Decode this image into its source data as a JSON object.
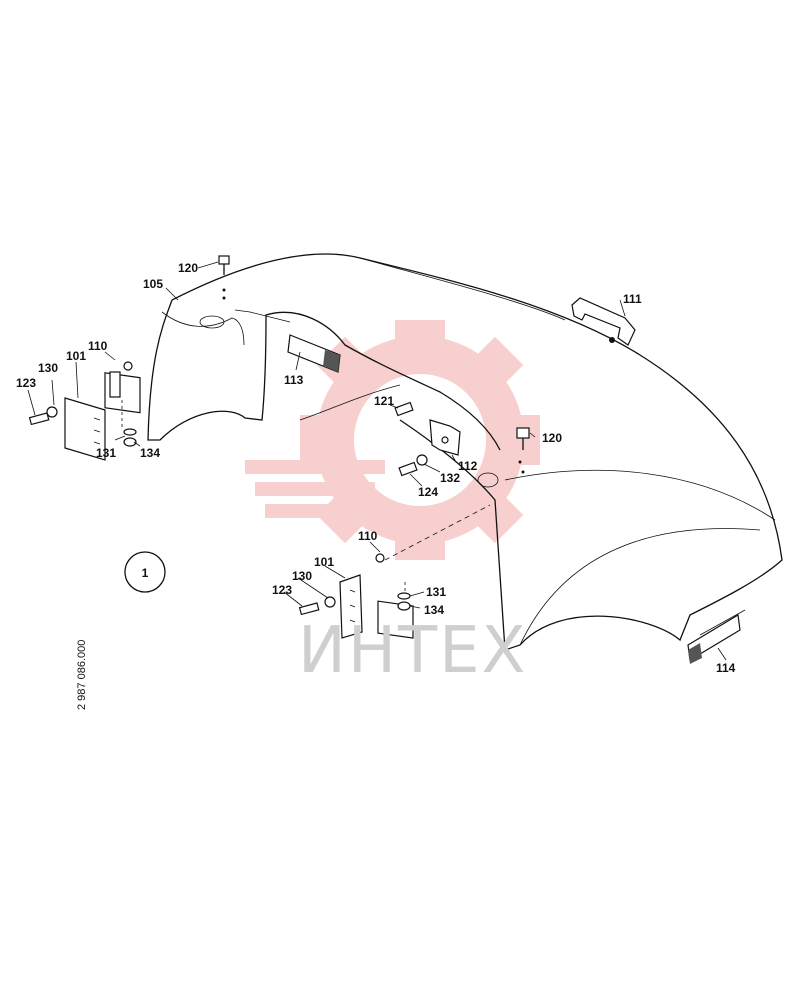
{
  "diagram": {
    "drawing_number": "2 987 086.000",
    "view_marker": "1",
    "watermark_text": "ИНТЕХ",
    "watermark_color": "#f3b7b7",
    "callouts": {
      "c120a": "120",
      "c105": "105",
      "c111": "111",
      "c110a": "110",
      "c101a": "101",
      "c130a": "130",
      "c123a": "123",
      "c113": "113",
      "c131a": "131",
      "c134a": "134",
      "c121": "121",
      "c120b": "120",
      "c112": "112",
      "c132": "132",
      "c124": "124",
      "c110b": "110",
      "c101b": "101",
      "c130b": "130",
      "c123b": "123",
      "c131b": "131",
      "c134b": "134",
      "c114": "114"
    }
  }
}
